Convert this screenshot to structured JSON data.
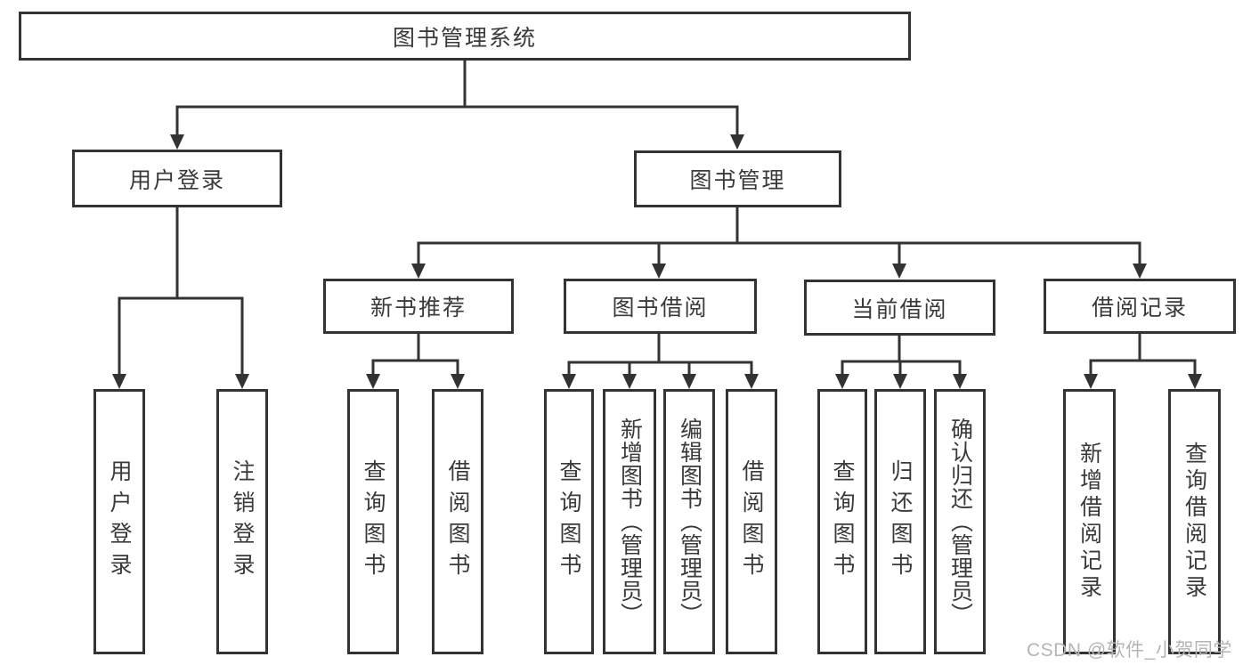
{
  "tree": {
    "root": {
      "label": "图书管理系统"
    },
    "user_login": {
      "label": "用户登录",
      "children": [
        {
          "label": "用户登录"
        },
        {
          "label": "注销登录"
        }
      ]
    },
    "book_mgmt": {
      "label": "图书管理",
      "sections": [
        {
          "label": "新书推荐",
          "children": [
            {
              "label": "查询图书"
            },
            {
              "label": "借阅图书"
            }
          ]
        },
        {
          "label": "图书借阅",
          "children": [
            {
              "label": "查询图书"
            },
            {
              "label": "新增图书（管理员）"
            },
            {
              "label": "编辑图书（管理员）"
            },
            {
              "label": "借阅图书"
            }
          ]
        },
        {
          "label": "当前借阅",
          "children": [
            {
              "label": "查询图书"
            },
            {
              "label": "归还图书"
            },
            {
              "label": "确认归还（管理员）"
            }
          ]
        },
        {
          "label": "借阅记录",
          "children": [
            {
              "label": "新增借阅记录"
            },
            {
              "label": "查询借阅记录"
            }
          ]
        }
      ]
    }
  },
  "watermark": {
    "text": "CSDN @软件_小贺同学"
  },
  "colors": {
    "line": "#333333",
    "text": "#3a3a3a",
    "node_background": "#ffffff",
    "page_background": "#ffffff",
    "watermark": "#b5b5b5"
  }
}
